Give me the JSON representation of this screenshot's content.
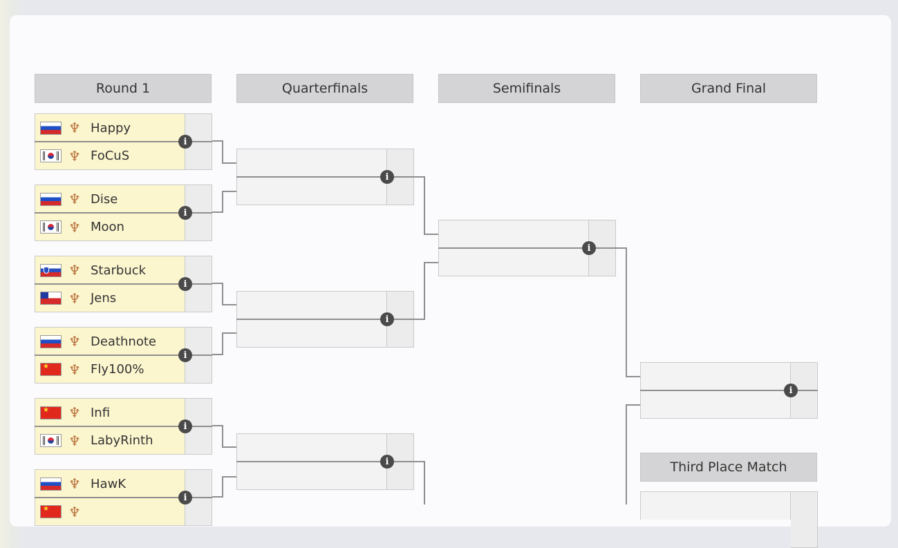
{
  "rounds": [
    {
      "title": "Round 1"
    },
    {
      "title": "Quarterfinals"
    },
    {
      "title": "Semifinals"
    },
    {
      "title": "Grand Final"
    }
  ],
  "third_place_title": "Third Place Match",
  "round1_matches": [
    {
      "p1": {
        "name": "Happy",
        "flag": "ru",
        "race_icon": "protoss-icon"
      },
      "p2": {
        "name": "FoCuS",
        "flag": "kr",
        "race_icon": "protoss-icon"
      }
    },
    {
      "p1": {
        "name": "Dise",
        "flag": "ru",
        "race_icon": "protoss-icon"
      },
      "p2": {
        "name": "Moon",
        "flag": "kr",
        "race_icon": "protoss-icon"
      }
    },
    {
      "p1": {
        "name": "Starbuck",
        "flag": "si",
        "race_icon": "protoss-icon"
      },
      "p2": {
        "name": "Jens",
        "flag": "cl",
        "race_icon": "protoss-icon"
      }
    },
    {
      "p1": {
        "name": "Deathnote",
        "flag": "ru",
        "race_icon": "protoss-icon"
      },
      "p2": {
        "name": "Fly100%",
        "flag": "cn",
        "race_icon": "protoss-icon"
      }
    },
    {
      "p1": {
        "name": "Infi",
        "flag": "cn",
        "race_icon": "protoss-icon"
      },
      "p2": {
        "name": "LabyRinth",
        "flag": "kr",
        "race_icon": "protoss-icon"
      }
    },
    {
      "p1": {
        "name": "HawK",
        "flag": "ru",
        "race_icon": "protoss-icon"
      },
      "p2": {
        "name": "",
        "flag": "cn",
        "race_icon": "protoss-icon"
      }
    }
  ],
  "colors": {
    "filled_slot": "#fcf6cf",
    "empty_slot": "#f3f3f3",
    "header": "#d4d4d6",
    "connector": "#8e8e8e"
  }
}
